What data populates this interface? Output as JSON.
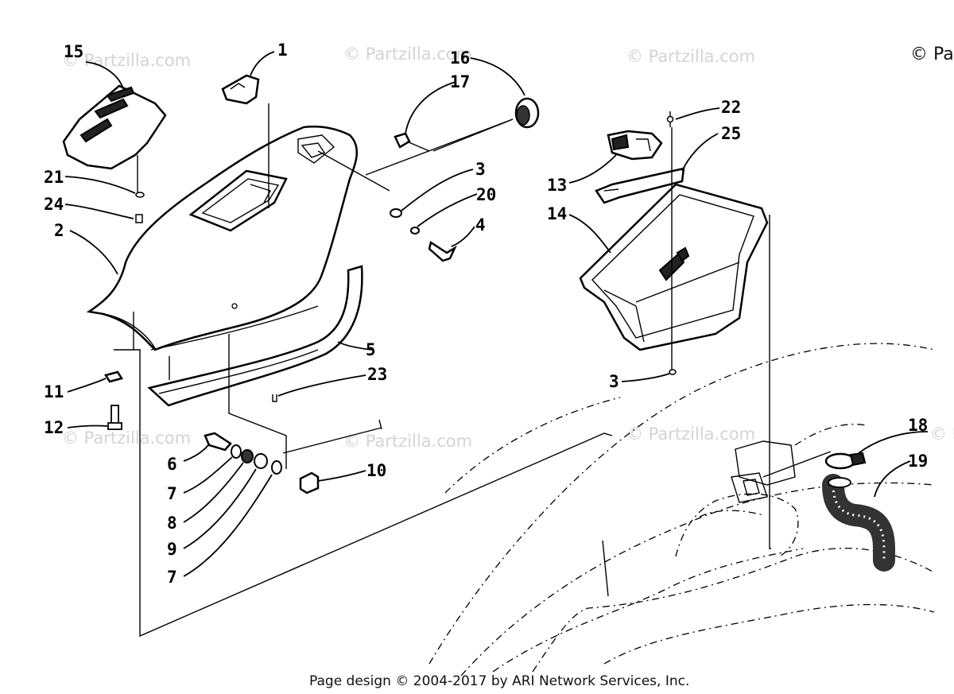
{
  "watermarks": [
    "© Partzilla.com",
    "© Partzilla.com",
    "© Partzilla.com",
    "© Partzilla.com",
    "© Partzilla.com",
    "© Partzilla.com"
  ],
  "corner_text": "© Pa",
  "edge_text": "© Pa",
  "footer": "Page design © 2004-2017 by ARI Network Services, Inc.",
  "callouts": {
    "c1": "1",
    "c2": "2",
    "c3a": "3",
    "c3b": "3",
    "c4": "4",
    "c5": "5",
    "c6": "6",
    "c7a": "7",
    "c7b": "7",
    "c8": "8",
    "c9": "9",
    "c10": "10",
    "c11": "11",
    "c12": "12",
    "c13": "13",
    "c14": "14",
    "c15": "15",
    "c16": "16",
    "c17": "17",
    "c18": "18",
    "c19": "19",
    "c20": "20",
    "c21": "21",
    "c22": "22",
    "c23": "23",
    "c24": "24",
    "c25": "25"
  }
}
